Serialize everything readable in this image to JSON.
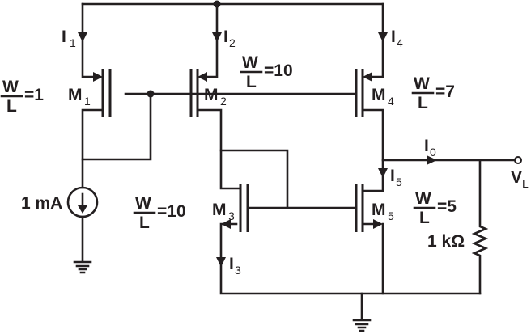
{
  "currents": {
    "i1": "I",
    "i1_sub": "1",
    "i2": "I",
    "i2_sub": "2",
    "i3": "I",
    "i3_sub": "3",
    "i4": "I",
    "i4_sub": "4",
    "i5": "I",
    "i5_sub": "5",
    "i0": "I",
    "i0_sub": "0"
  },
  "transistors": {
    "m1": {
      "name": "M",
      "sub": "1",
      "w": "W",
      "l": "L",
      "ratio": "=1"
    },
    "m2": {
      "name": "M",
      "sub": "2",
      "w": "W",
      "l": "L",
      "ratio": "=10"
    },
    "m3": {
      "name": "M",
      "sub": "3",
      "w": "W",
      "l": "L",
      "ratio": "=10"
    },
    "m4": {
      "name": "M",
      "sub": "4",
      "w": "W",
      "l": "L",
      "ratio": "=7"
    },
    "m5": {
      "name": "M",
      "sub": "5",
      "w": "W",
      "l": "L",
      "ratio": "=5"
    }
  },
  "source_label": "1 mA",
  "resistor_label": "1 kΩ",
  "output": {
    "name": "V",
    "sub": "L"
  }
}
